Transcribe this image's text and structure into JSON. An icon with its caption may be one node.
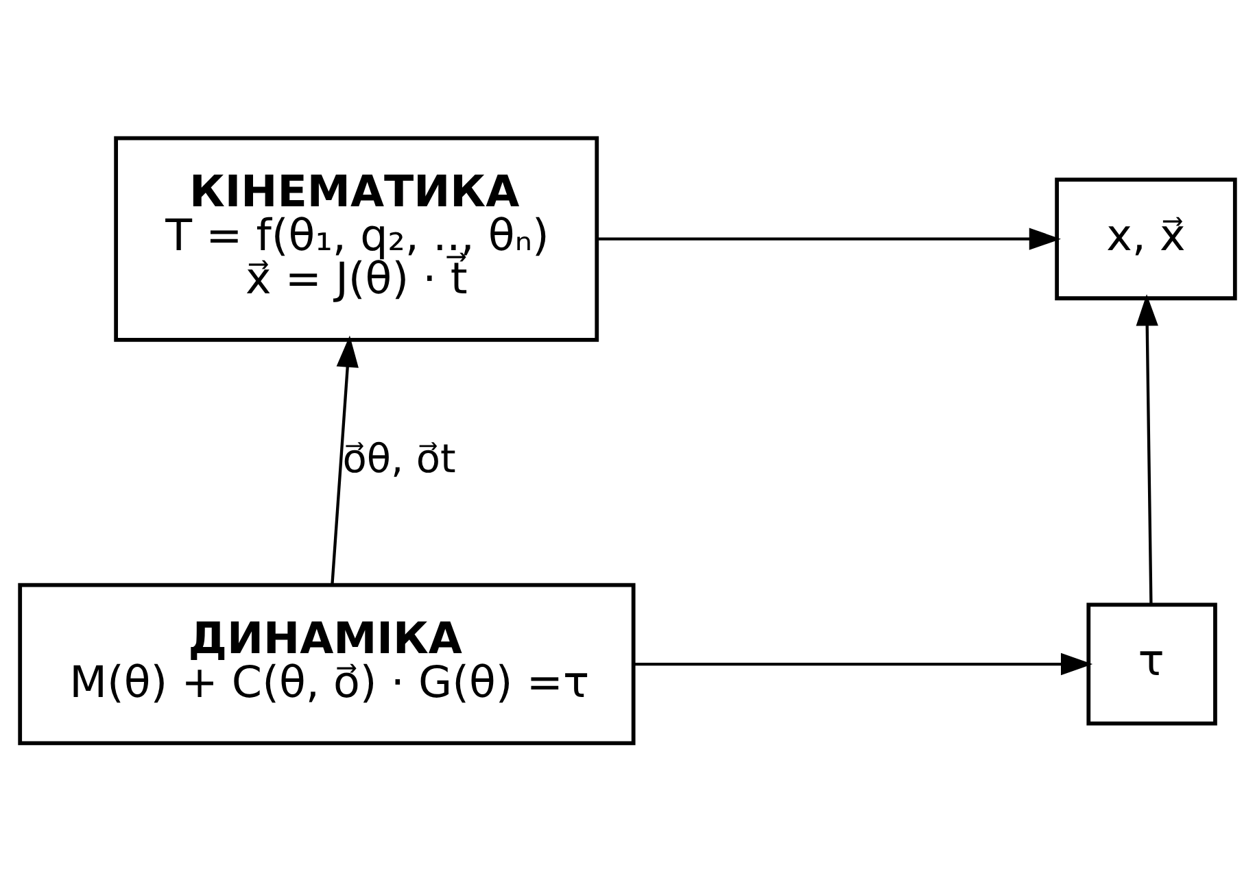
{
  "diagram": {
    "nodes": [
      {
        "text": [
          "КІНЕМАТИКА",
          "T = f(θ₁, q₂, .., θₙ)",
          "x⃗ = J(θ) · t⃗"
        ]
      },
      {
        "text": [
          "x, x⃗"
        ]
      },
      {
        "text": [
          "ДИНАМІКА",
          "M(θ) + C(θ, o⃗) · G(θ) =τ"
        ]
      },
      {
        "text": [
          "τ"
        ]
      }
    ],
    "edges": [
      {
        "from": 0,
        "to": 1,
        "arrow": "to"
      },
      {
        "from": 2,
        "to": 0,
        "arrow": "to",
        "label": "o⃗θ, o⃗t"
      },
      {
        "from": 2,
        "to": 3,
        "arrow": "to"
      },
      {
        "from": 3,
        "to": 1,
        "arrow": "to"
      }
    ]
  }
}
